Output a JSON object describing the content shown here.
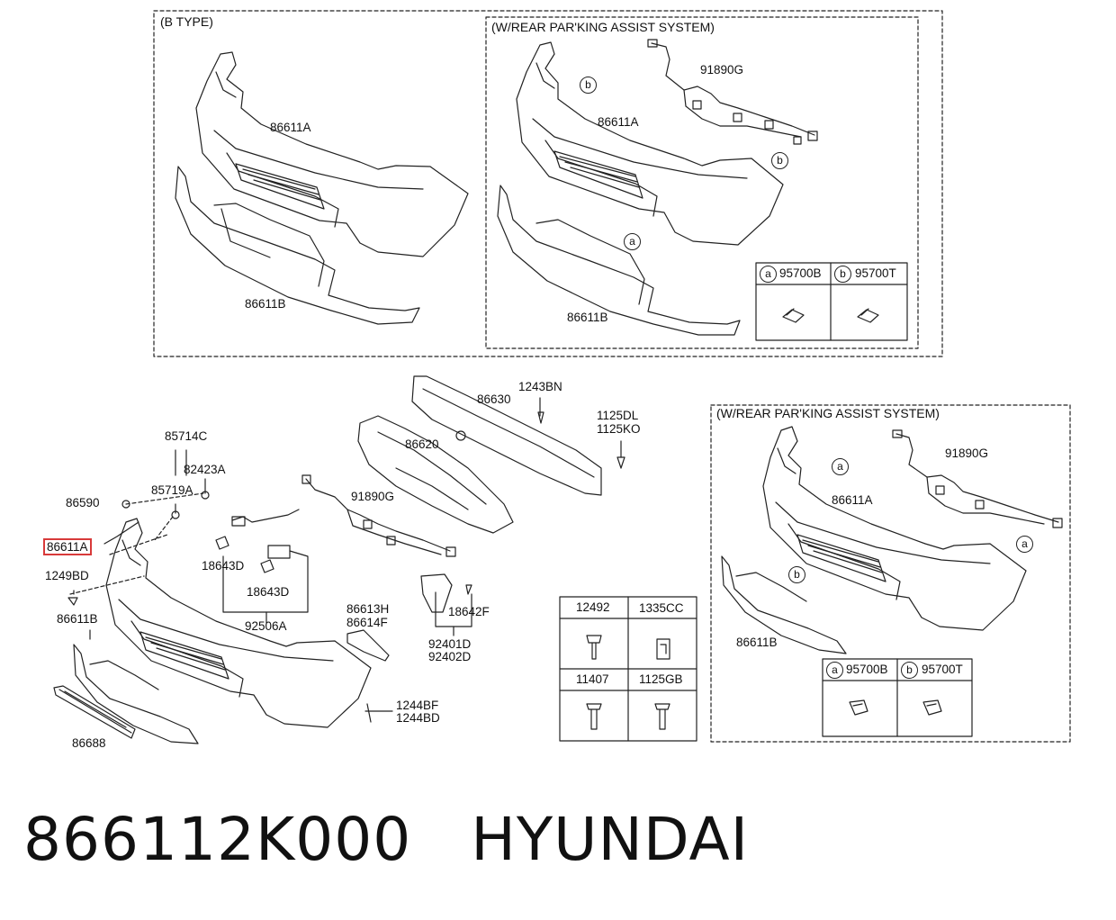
{
  "top_panel": {
    "b_type": "(B TYPE)",
    "w_rear_pas": "(W/REAR PAR'KING ASSIST SYSTEM)",
    "labels": [
      "86611A",
      "86611B",
      "91890G",
      "86611A",
      "86611B"
    ],
    "callouts": [
      "b",
      "b",
      "a"
    ],
    "legend": {
      "a": "a",
      "b": "b",
      "a_part": "95700B",
      "b_part": "95700T"
    }
  },
  "main_panel": {
    "labels": {
      "p85714C": "85714C",
      "p82423A": "82423A",
      "p85719A": "85719A",
      "p86590": "86590",
      "p86611A": "86611A",
      "p1249BD": "1249BD",
      "p86611B": "86611B",
      "p86688": "86688",
      "p18643D_1": "18643D",
      "p18643D_2": "18643D",
      "p92506A": "92506A",
      "p91890G": "91890G",
      "p86620": "86620",
      "p86630": "86630",
      "p1243BN": "1243BN",
      "p1125DL": "1125DL",
      "p1125KO": "1125KO",
      "p86613H": "86613H",
      "p86614F": "86614F",
      "p18642F": "18642F",
      "p92401D": "92401D",
      "p92402D": "92402D",
      "p1244BF": "1244BF",
      "p1244BD": "1244BD"
    }
  },
  "fastener_table": {
    "cells": [
      "12492",
      "1335CC",
      "11407",
      "1125GB"
    ]
  },
  "right_panel": {
    "title": "(W/REAR PAR'KING ASSIST SYSTEM)",
    "labels": [
      "91890G",
      "86611A",
      "86611B"
    ],
    "callouts": [
      "a",
      "a",
      "b"
    ],
    "legend": {
      "a": "a",
      "b": "b",
      "a_part": "95700B",
      "b_part": "95700T"
    }
  },
  "caption": {
    "part_number": "866112K000",
    "brand": "HYUNDAI"
  }
}
